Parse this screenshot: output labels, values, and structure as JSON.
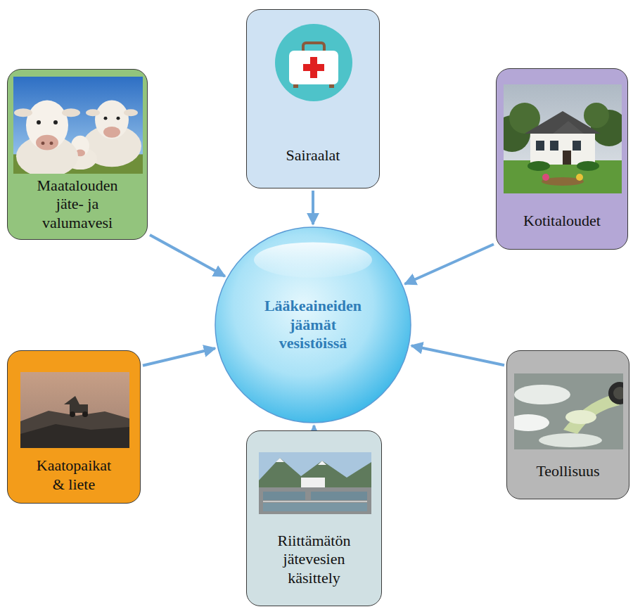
{
  "diagram": {
    "nodes": [
      {
        "text": [
          "Sairaalat"
        ]
      },
      {
        "text": [
          "Maatalouden jäte- ja valumavesi"
        ]
      },
      {
        "text": [
          "Kotitaloudet"
        ]
      },
      {
        "text": [
          "Lääkeaineiden jäämät vesistöissä"
        ]
      },
      {
        "text": [
          "Kaatopaikat & liete"
        ]
      },
      {
        "text": [
          "Teollisuus"
        ]
      },
      {
        "text": [
          "Riittämätön jätevesien käsittely"
        ]
      }
    ],
    "edges": [
      {
        "from": 0,
        "to": 3,
        "arrow": "to"
      },
      {
        "from": 1,
        "to": 3,
        "arrow": "to"
      },
      {
        "from": 2,
        "to": 3,
        "arrow": "to"
      },
      {
        "from": 4,
        "to": 3,
        "arrow": "to"
      },
      {
        "from": 5,
        "to": 3,
        "arrow": "to"
      },
      {
        "from": 6,
        "to": 3,
        "arrow": "to"
      }
    ]
  }
}
